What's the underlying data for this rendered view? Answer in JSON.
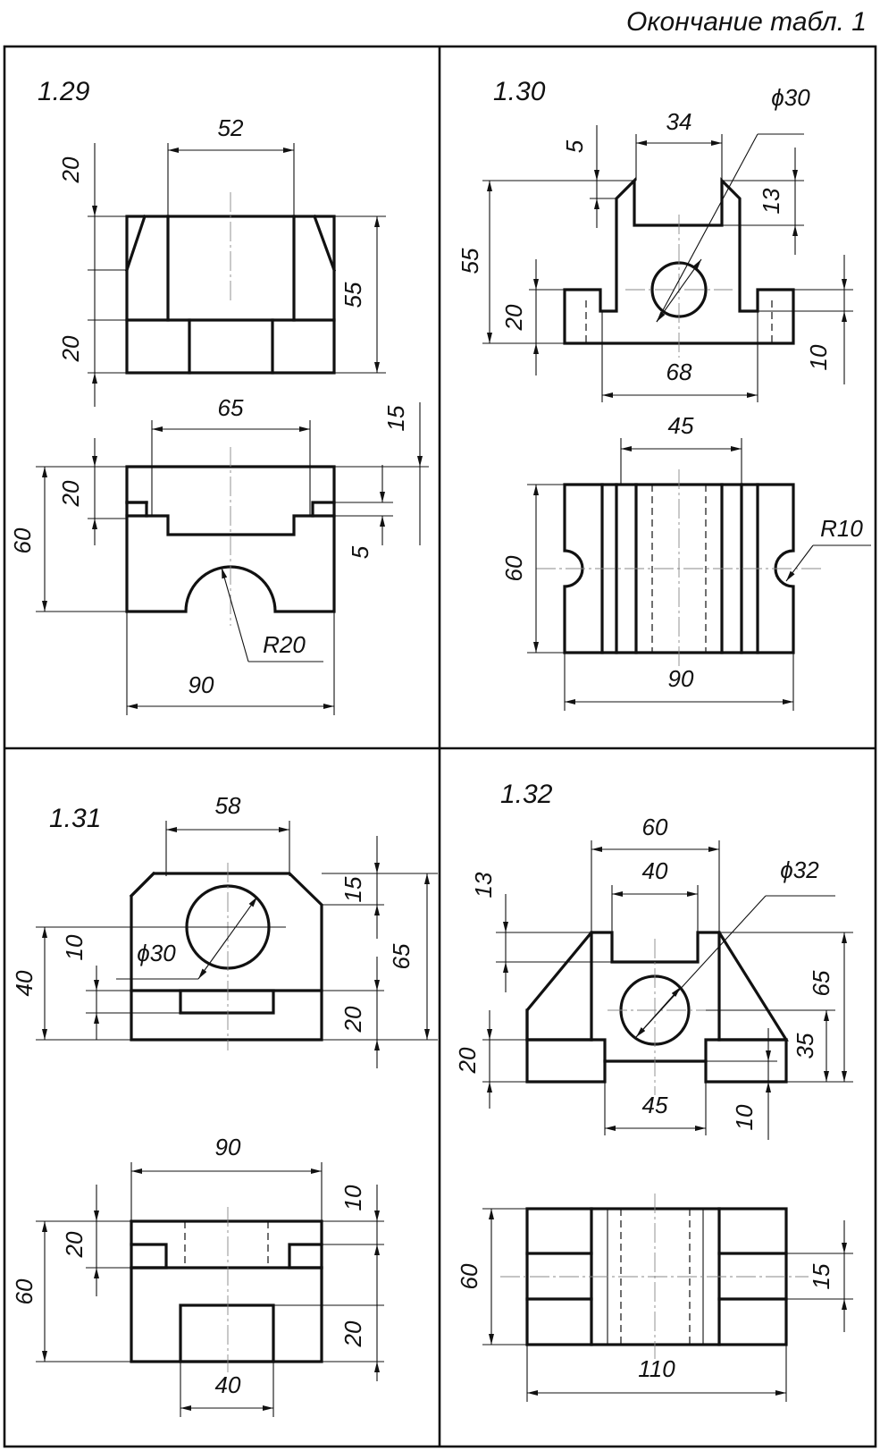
{
  "header": {
    "title": "Окончание табл. 1"
  },
  "panels": {
    "p129": {
      "number": "1.29",
      "dims": {
        "d52": "52",
        "d20a": "20",
        "d20b": "20",
        "d55": "55",
        "d65": "65",
        "d15": "15",
        "d20c": "20",
        "d60": "60",
        "d5": "5",
        "r20": "R20",
        "d90": "90"
      }
    },
    "p130": {
      "number": "1.30",
      "dims": {
        "d34": "34",
        "phi30": "ϕ30",
        "d5": "5",
        "d13": "13",
        "d55": "55",
        "d20": "20",
        "d68": "68",
        "d10": "10",
        "d45": "45",
        "r10": "R10",
        "d60": "60",
        "d90": "90"
      }
    },
    "p131": {
      "number": "1.31",
      "dims": {
        "d58": "58",
        "d15": "15",
        "d10": "10",
        "phi30": "ϕ30",
        "d40": "40",
        "d65": "65",
        "d20a": "20",
        "d90": "90",
        "d10b": "10",
        "d20b": "20",
        "d60": "60",
        "d20c": "20",
        "d40b": "40"
      }
    },
    "p132": {
      "number": "1.32",
      "dims": {
        "d60": "60",
        "d40": "40",
        "phi32": "ϕ32",
        "d13": "13",
        "d65": "65",
        "d35": "35",
        "d20": "20",
        "d45": "45",
        "d10": "10",
        "d60b": "60",
        "d15": "15",
        "d110": "110"
      }
    }
  }
}
